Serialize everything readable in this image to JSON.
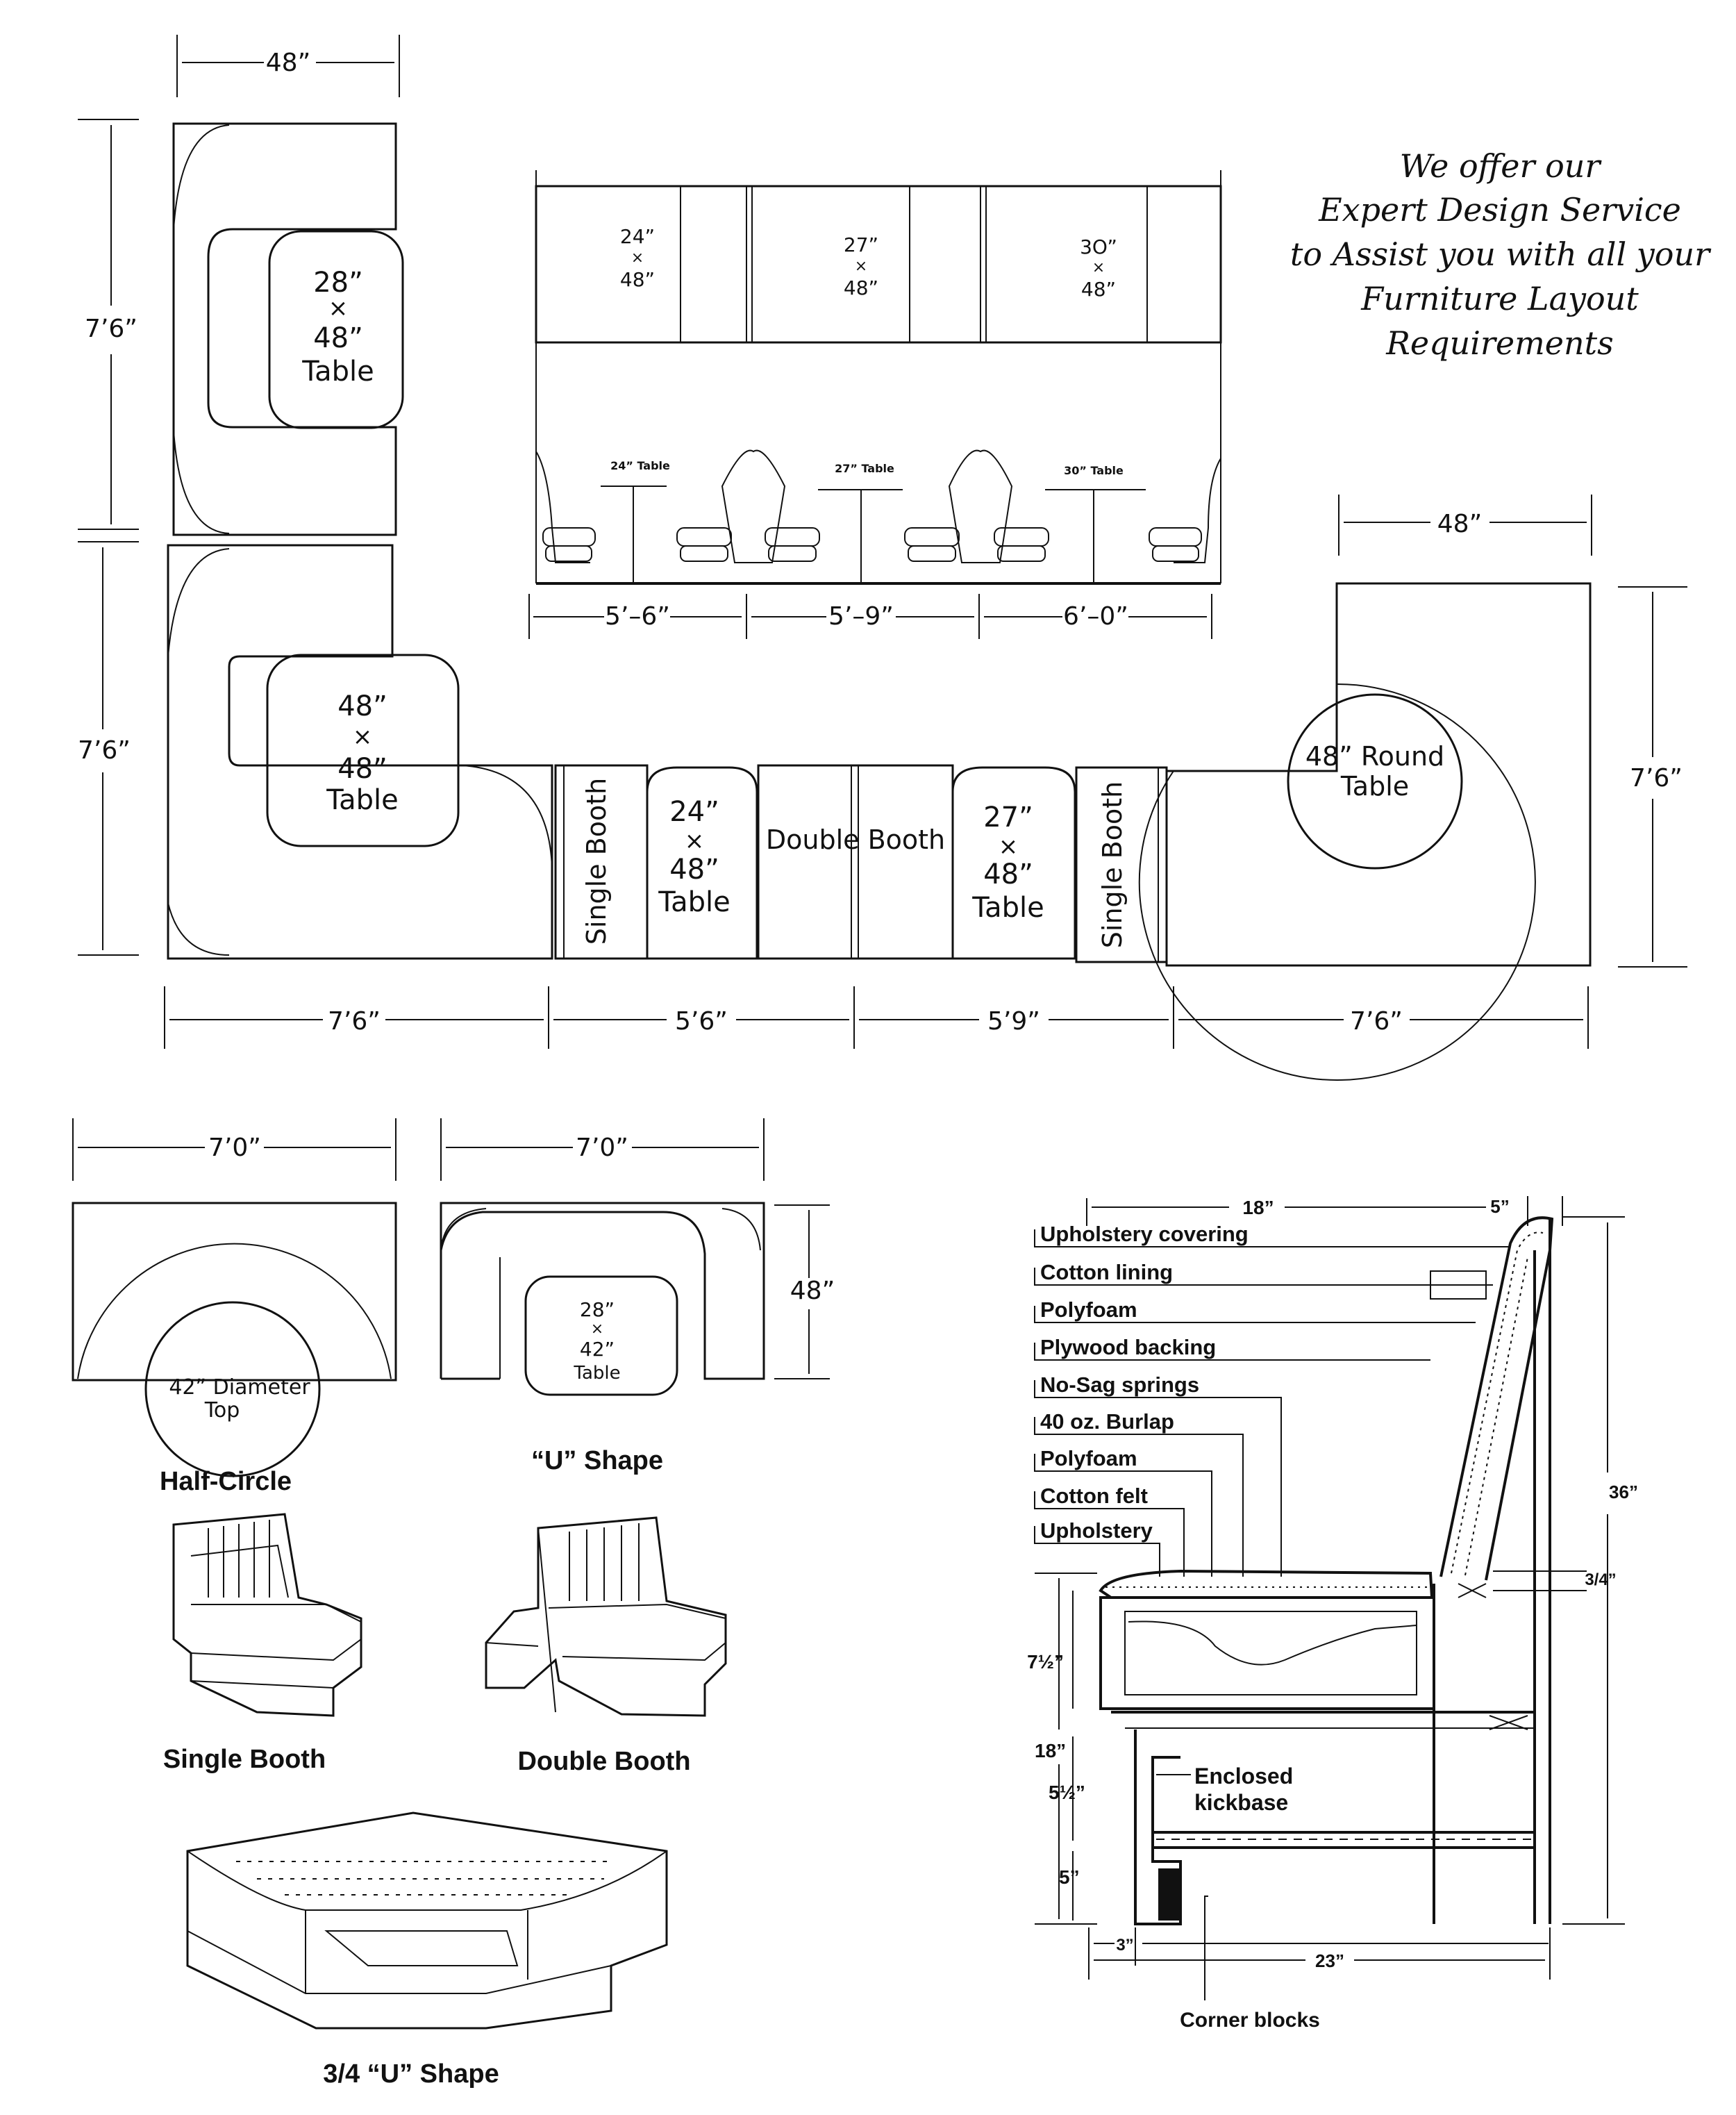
{
  "promo": {
    "line1": "We offer our",
    "line2": "Expert Design Service",
    "line3": "to Assist you with all your",
    "line4": "Furniture Layout",
    "line5": "Requirements"
  },
  "plan": {
    "dim_top_width": "48”",
    "dim_left_upper": "7’6”",
    "dim_left_lower": "7’6”",
    "u_table": [
      "28”",
      "×",
      "48”",
      "Table"
    ],
    "l_table": [
      "48”",
      "×",
      "48”",
      "Table"
    ],
    "single_booth_left": "Single Booth",
    "table_24": [
      "24”",
      "×",
      "48”",
      "Table"
    ],
    "double_booth": "Double Booth",
    "table_27": [
      "27”",
      "×",
      "48”",
      "Table"
    ],
    "single_booth_right": "Single Booth",
    "round_table": [
      "48”  Round",
      "Table"
    ],
    "dim_right_width": "48”",
    "dim_right_height": "7’6”",
    "dim_bottom": [
      "7’6”",
      "5’6”",
      "5’9”",
      "7’6”"
    ]
  },
  "elevation": {
    "top_tables": [
      [
        "24”",
        "×",
        "48”"
      ],
      [
        "27”",
        "×",
        "48”"
      ],
      [
        "3O”",
        "×",
        "48”"
      ]
    ],
    "table_labels": [
      "24” Table",
      "27” Table",
      "30” Table"
    ],
    "dims": [
      "5’–6”",
      "5’–9”",
      "6’–0”"
    ]
  },
  "half_circle": {
    "width": "7’0”",
    "top_label": "42”  Diameter",
    "top_label2": "Top",
    "caption": "Half-Circle"
  },
  "u_shape": {
    "width": "7’0”",
    "depth": "48”",
    "table": [
      "28”",
      "×",
      "42”",
      "Table"
    ],
    "caption": "“U” Shape"
  },
  "captions": {
    "single_booth": "Single Booth",
    "double_booth": "Double Booth",
    "three_quarter_u": "3/4 “U” Shape"
  },
  "section": {
    "dim_seat": "18”",
    "dim_back": "5”",
    "layers": [
      "Upholstery covering",
      "Cotton lining",
      "Polyfoam",
      "Plywood backing",
      "No-Sag springs",
      "40 oz. Burlap",
      "Polyfoam",
      "Cotton felt",
      "Upholstery"
    ],
    "dim_height": "36”",
    "dim_plywood": "3/4”",
    "dim_seat_depth": "7½”",
    "dim_seat_height": "18”",
    "dim_kick": "5½”",
    "dim_base": "5”",
    "enclosed1": "Enclosed",
    "enclosed2": "kickbase",
    "dim_toe": "3”",
    "dim_total": "23”",
    "corner_blocks": "Corner blocks"
  }
}
